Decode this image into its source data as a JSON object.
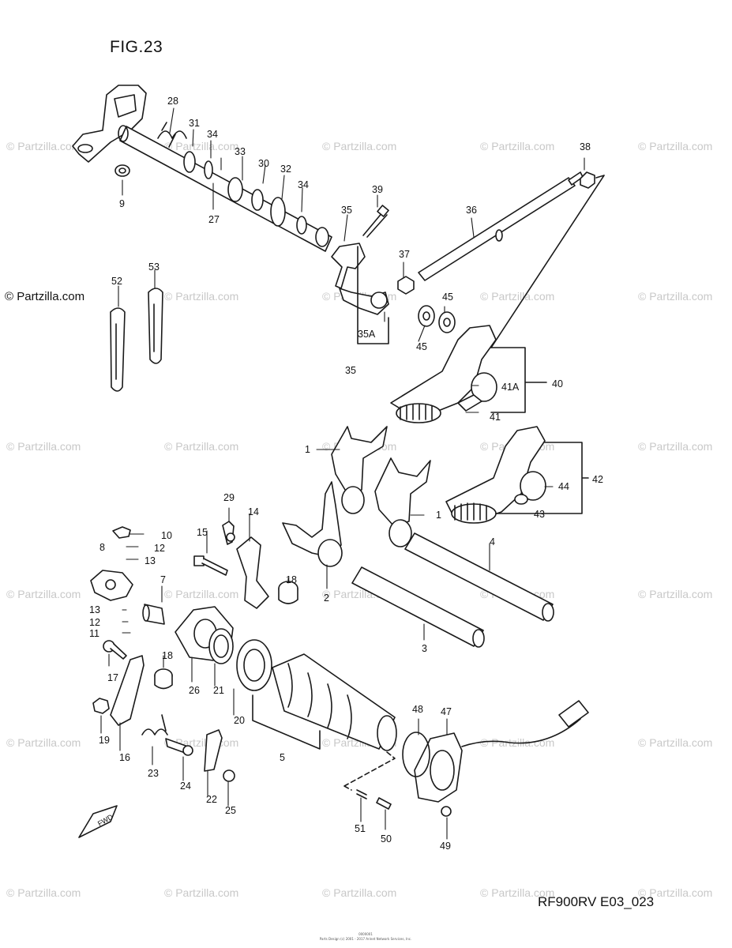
{
  "figure": {
    "title": "FIG.23",
    "reference_code": "RF900RV E03_023",
    "copyright": "© Partzilla.com",
    "watermark_text": "© Partzilla.com",
    "footer_small_1": "0000001",
    "footer_small_2": "Parts Design (c) 2001 - 2017 Arinet Network Services, Inc.",
    "fwd_label": "FWD"
  },
  "callouts": [
    "1",
    "1",
    "2",
    "3",
    "4",
    "5",
    "7",
    "8",
    "9",
    "10",
    "11",
    "12",
    "12",
    "13",
    "13",
    "14",
    "15",
    "16",
    "17",
    "18",
    "18",
    "19",
    "20",
    "21",
    "22",
    "23",
    "24",
    "25",
    "26",
    "27",
    "28",
    "29",
    "30",
    "31",
    "32",
    "33",
    "34",
    "34",
    "35",
    "35",
    "35A",
    "36",
    "37",
    "38",
    "39",
    "40",
    "41",
    "41A",
    "42",
    "43",
    "44",
    "45",
    "45",
    "47",
    "48",
    "49",
    "50",
    "51",
    "52",
    "53"
  ],
  "colors": {
    "line": "#1a1a1a",
    "watermark": "#c8c8c8",
    "background": "#ffffff"
  }
}
